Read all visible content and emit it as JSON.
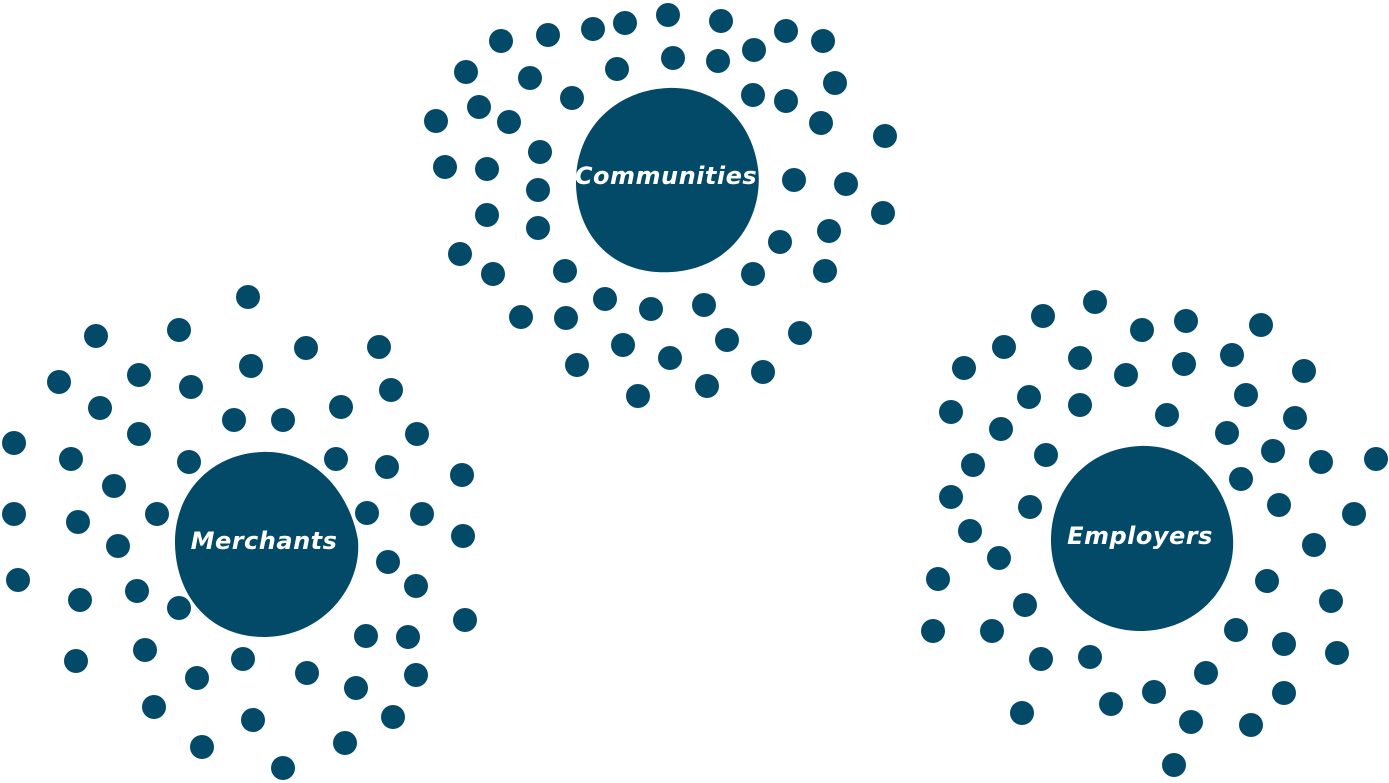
{
  "colors": {
    "fill": "#034a68",
    "text": "#ffffff",
    "background": "#ffffff"
  },
  "hubs": [
    {
      "id": "communities",
      "label": "Communities"
    },
    {
      "id": "merchants",
      "label": "Merchants"
    },
    {
      "id": "employers",
      "label": "Employers"
    }
  ]
}
